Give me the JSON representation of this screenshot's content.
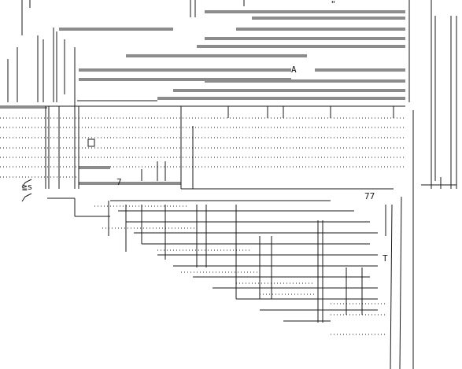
{
  "art": {
    "ink_color": "#1a1a1a",
    "background_color": "#ffffff",
    "glyphs": {
      "a": "≧s",
      "b": "A",
      "c": "77",
      "d": "7",
      "e": "T",
      "f": "\""
    }
  }
}
